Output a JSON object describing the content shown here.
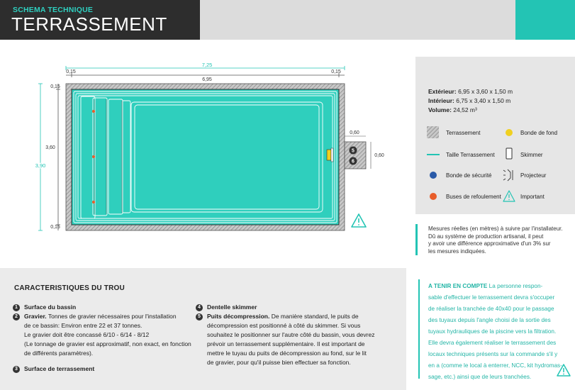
{
  "header": {
    "subtitle": "SCHEMA TECHNIQUE",
    "title": "TERRASSEMENT"
  },
  "colors": {
    "teal": "#23c4b4",
    "dark": "#2d2d2d",
    "orange": "#e85d2a",
    "yellow": "#f0d020",
    "blue": "#2a5aa8"
  },
  "diagram": {
    "dim_top_total": "7,25",
    "dim_top_left": "0,15",
    "dim_top_mid": "6,95",
    "dim_top_right": "0,15",
    "dim_left_top": "0,15",
    "dim_left_mid": "3,60",
    "dim_left_total": "3,90",
    "dim_left_bottom": "0,15",
    "dim_pit_top": "0,60",
    "dim_pit_right": "0,60",
    "pit_label_5": "5",
    "pit_label_6": "6"
  },
  "legend": {
    "exterieur_label": "Extérieur:",
    "exterieur_value": "6,95 x 3,60 x 1,50 m",
    "interieur_label": "Intérieur:",
    "interieur_value": "6,75 x 3,40 x 1,50 m",
    "volume_label": "Volume:",
    "volume_value": "24,52 m³",
    "items": [
      {
        "label": "Terrassement",
        "icon": "hatched-square-icon"
      },
      {
        "label": "Bonde de fond",
        "icon": "yellow-dot-icon"
      },
      {
        "label": "Taille Terrassement",
        "icon": "teal-line-icon"
      },
      {
        "label": "Skimmer",
        "icon": "skimmer-icon"
      },
      {
        "label": "Bonde de sécurité",
        "icon": "blue-dot-icon"
      },
      {
        "label": "Projecteur",
        "icon": "projector-icon"
      },
      {
        "label": "Buses de refoulement",
        "icon": "orange-dot-icon"
      },
      {
        "label": "Important",
        "icon": "warning-icon"
      }
    ]
  },
  "note": {
    "line1": "Mesures réelles (en mètres) à suivre par l'installateur.",
    "line2": "Dû au système de production artisanal, il peut",
    "line3": "y avoir une différence  approximative d'un 3% sur",
    "line4": "les mesures indiquées."
  },
  "characteristics": {
    "title": "CARACTERISTIQUES DU TROU",
    "n1": "1",
    "item1": "Surface du bassin",
    "n2": "2",
    "item2_title": "Gravier.",
    "item2_text1": " Tonnes de gravier nécessaires pour l'installation",
    "item2_text2": "de ce bassin: Environ entre 22 et 37 tonnes.",
    "item2_text3": "Le gravier doit être concassé 6/10 - 6/14 - 8/12",
    "item2_text4": "(Le tonnage de gravier est approximatif, non exact, en fonction",
    "item2_text5": "de différents paramètres).",
    "n3": "3",
    "item3": "Surface de terrassement",
    "n4": "4",
    "item4": "Dentelle skimmer",
    "n5": "5",
    "item5_title": "Puits décompression.",
    "item5_text1": " De manière standard, le puits de",
    "item5_text2": "décompression est positionné à côté du skimmer. Si vous",
    "item5_text3": "souhaitez le positionner sur l'autre côté du bassin, vous devrez",
    "item5_text4": "prévoir un terrassement supplémentaire. Il est important de",
    "item5_text5": "mettre le tuyau du puits de décompression au fond, sur le lit",
    "item5_text6": "de gravier, pour qu'il puisse bien effectuer sa fonction."
  },
  "tenir": {
    "title": "A TENIR EN COMPTE",
    "l1": " La personne respon-",
    "l2": "sable d'effectuer le terrassement devra s'occuper",
    "l3": "de réaliser la tranchée de 40x40 pour le passage",
    "l4": "des tuyaux depuis l'angle choisi de la sortie des",
    "l5": "tuyaux hydrauliques de la piscine vers la filtration.",
    "l6": "Elle devra également réaliser le terrassement des",
    "l7": "locaux techniques présents sur la commande s'il y",
    "l8": "en a (comme le local à enterrer, NCC, kit hydromas-",
    "l9": "sage, etc.) ainsi que de leurs tranchées."
  }
}
